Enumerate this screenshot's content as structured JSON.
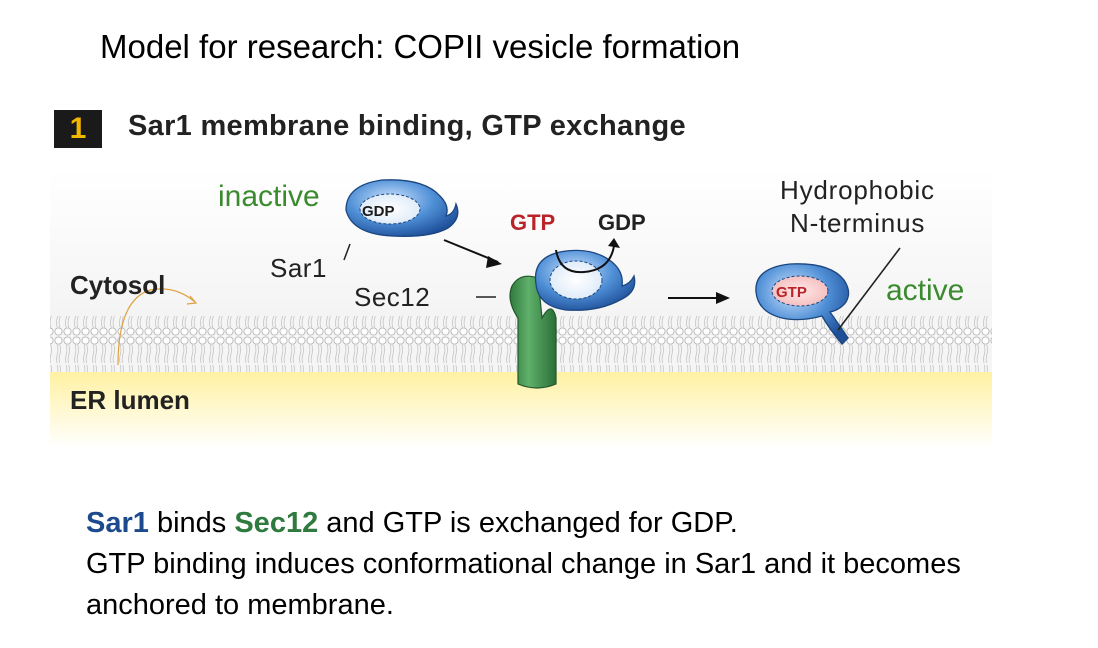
{
  "slide": {
    "title": "Model for research: COPII vesicle formation"
  },
  "step": {
    "number": "1",
    "title": "Sar1 membrane binding, GTP exchange"
  },
  "diagram": {
    "labels": {
      "inactive": "inactive",
      "gdp_bound": "GDP",
      "sar1": "Sar1",
      "cytosol": "Cytosol",
      "sec12": "Sec12",
      "gtp_in": "GTP",
      "gdp_out": "GDP",
      "hydrophobic_line1": "Hydrophobic",
      "hydrophobic_line2": "N-terminus",
      "gtp_bound": "GTP",
      "active": "active",
      "er_lumen": "ER lumen"
    },
    "colors": {
      "inactive_label": "#3a8a2e",
      "active_label": "#3a8a2e",
      "gtp_label": "#b8242a",
      "sar1_protein": "#2f6fb8",
      "sec12_protein": "#3d8a4a",
      "lumen": "#fff1a8",
      "membrane": "#c9c9c9"
    }
  },
  "caption": {
    "sar1": "Sar1",
    "binds": " binds ",
    "sec12": "Sec12",
    "rest_line1": " and GTP is exchanged for GDP.",
    "line2": "GTP binding induces conformational change in Sar1 and it becomes anchored to membrane."
  }
}
